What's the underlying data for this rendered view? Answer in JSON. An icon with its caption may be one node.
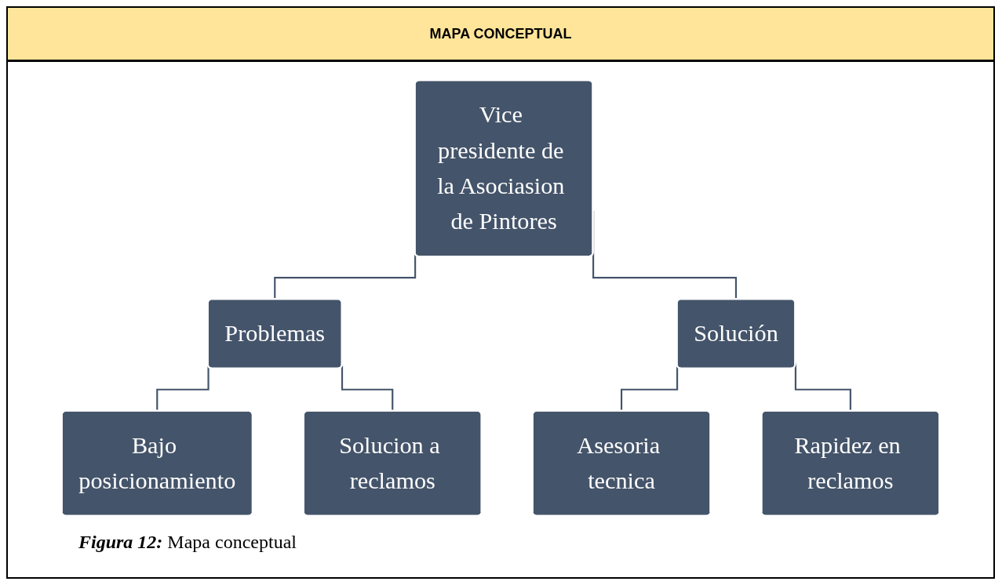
{
  "diagram": {
    "title": "MAPA CONCEPTUAL",
    "caption": "**Figura 12:** Mapa conceptual",
    "nodes": [
      {
        "text": [
          "Vice presidente de la Asociasion de Pintores"
        ]
      },
      {
        "text": [
          "Problemas"
        ]
      },
      {
        "text": [
          "Solución"
        ]
      },
      {
        "text": [
          "Bajo posicionamiento"
        ]
      },
      {
        "text": [
          "Solucion a reclamos"
        ]
      },
      {
        "text": [
          "Asesoria tecnica"
        ]
      },
      {
        "text": [
          "Rapidez en reclamos"
        ]
      }
    ],
    "edges": [
      {
        "from": 0,
        "to": 1,
        "arrow": "none"
      },
      {
        "from": 0,
        "to": 2,
        "arrow": "none"
      },
      {
        "from": 1,
        "to": 3,
        "arrow": "none"
      },
      {
        "from": 1,
        "to": 4,
        "arrow": "none"
      },
      {
        "from": 2,
        "to": 5,
        "arrow": "none"
      },
      {
        "from": 2,
        "to": 6,
        "arrow": "none"
      }
    ]
  }
}
